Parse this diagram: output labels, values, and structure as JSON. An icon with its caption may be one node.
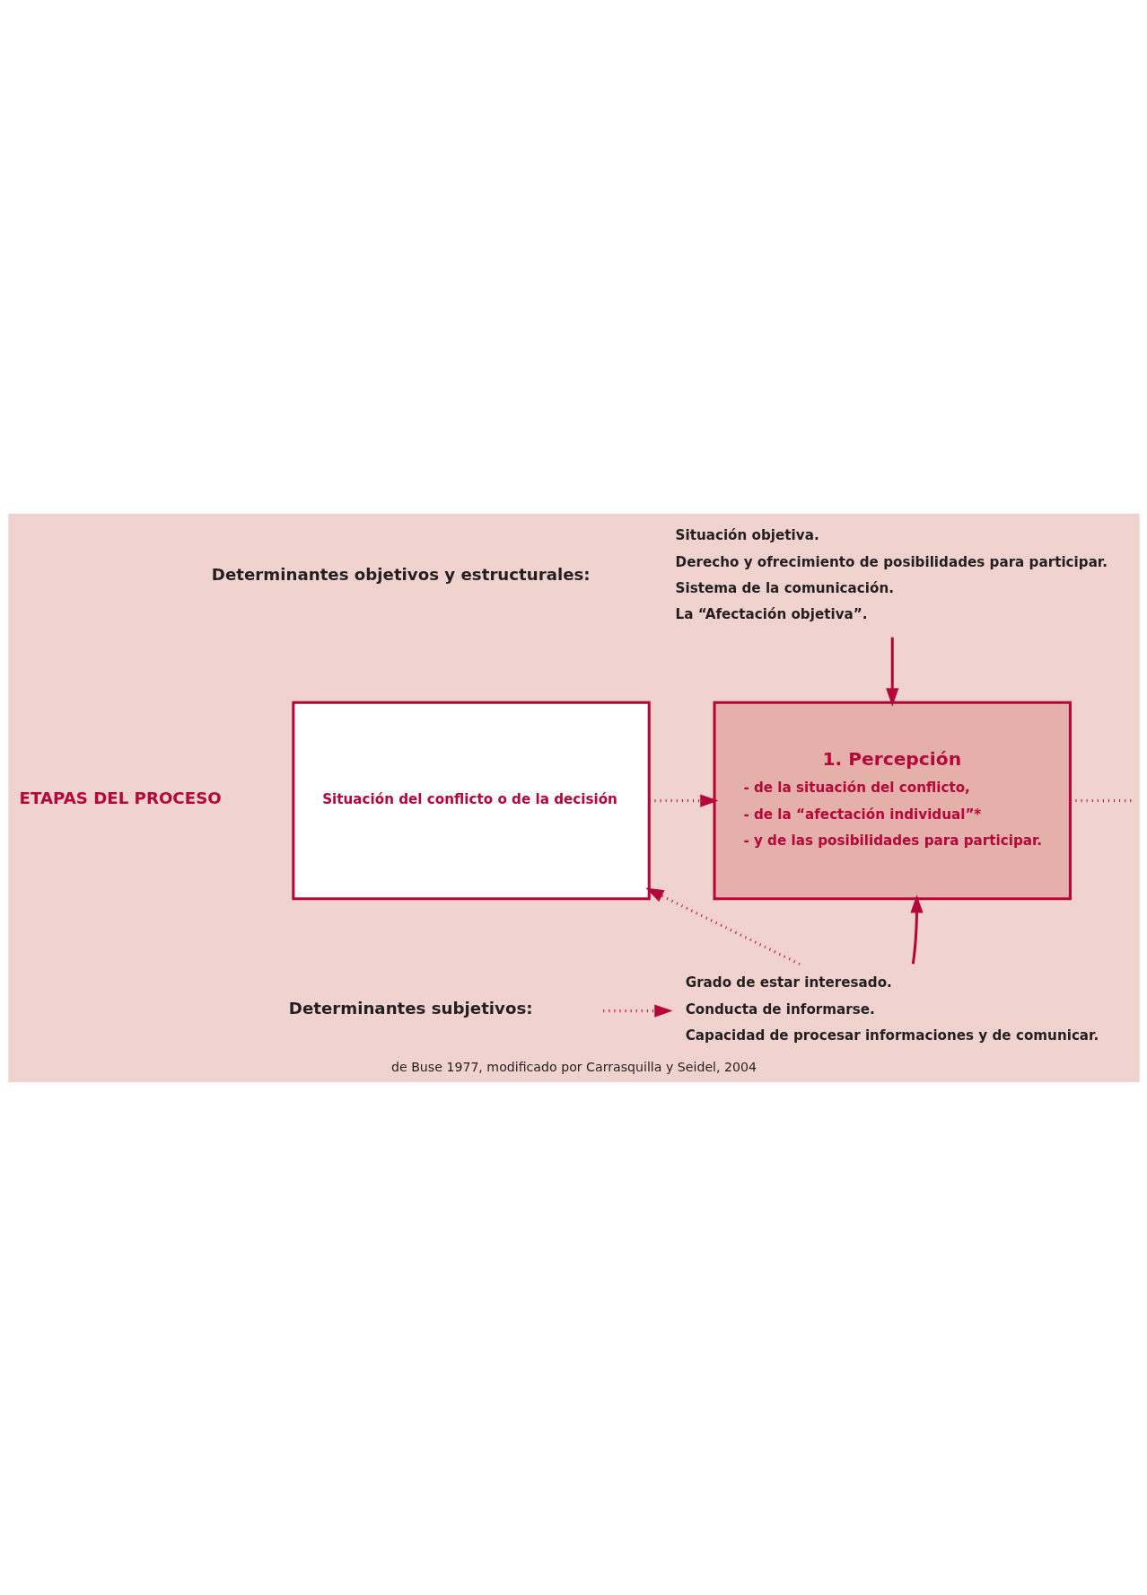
{
  "diagram": {
    "caption": "de Buse 1977, modificado por Carrasquilla y Seidel, 2004",
    "nodes": [
      {
        "text": [
          "Situación objetiva.",
          "Derecho y ofrecimiento de posibilidades para participar.",
          "Sistema de la comunicación.",
          "La “Afectación objetiva”."
        ]
      },
      {
        "text": [
          "Situación del conflicto o de la decisión"
        ]
      },
      {
        "text": [
          "1. Percepción",
          "- de la situación del conflicto,",
          "- de la “afectación individual”*",
          "- y de las posibilidades para participar."
        ]
      },
      {
        "text": [
          "Grado de estar interesado.",
          "Conducta de informarse.",
          "Capacidad de procesar informaciones y de comunicar."
        ]
      }
    ],
    "edges": [
      {
        "from": 0,
        "to": 2,
        "arrow": "to"
      },
      {
        "from": 1,
        "to": 2,
        "arrow": "to",
        "style": "dashed"
      },
      {
        "from": 3,
        "to": 2,
        "arrow": "to"
      },
      {
        "from": 2,
        "to": null,
        "arrow": "none",
        "style": "dashed"
      },
      {
        "from": null,
        "to": 3,
        "arrow": "to",
        "style": "dashed"
      },
      {
        "from": 3,
        "to": 1,
        "arrow": "to",
        "style": "dashed"
      }
    ],
    "labels": [
      "Determinantes objetivos y estructurales:",
      "ETAPAS DEL PROCESO",
      "Determinantes subjetivos:"
    ]
  }
}
